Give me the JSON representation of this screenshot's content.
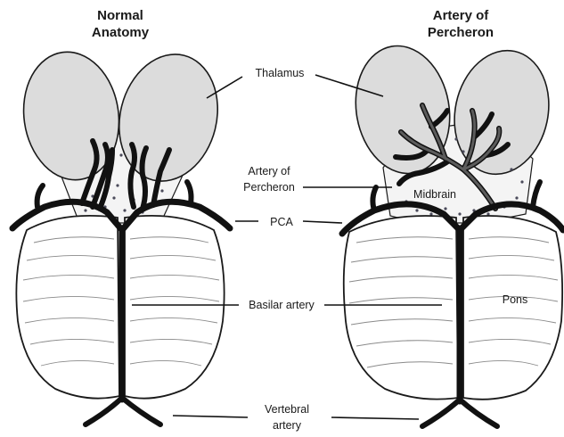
{
  "titles": {
    "left_line1": "Normal",
    "left_line2": "Anatomy",
    "right_line1": "Artery of",
    "right_line2": "Percheron"
  },
  "labels": {
    "thalamus": "Thalamus",
    "aop_line1": "Artery of",
    "aop_line2": "Percheron",
    "midbrain": "Midbrain",
    "pca": "PCA",
    "basilar": "Basilar artery",
    "pons": "Pons",
    "vertebral_line1": "Vertebral",
    "vertebral_line2": "artery"
  },
  "colors": {
    "thalamus_fill": "#dcdcdc",
    "outline": "#1a1a1a",
    "artery": "#111111",
    "background": "#ffffff"
  }
}
